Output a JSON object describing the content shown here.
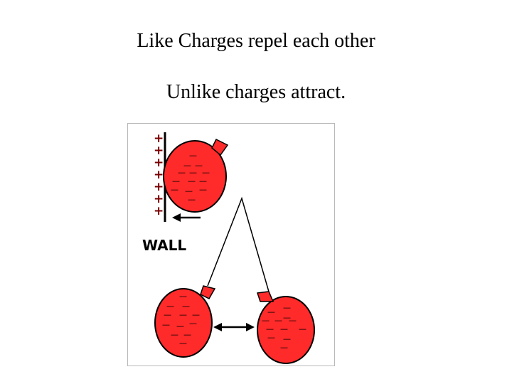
{
  "slide": {
    "line1": "Like Charges repel each other",
    "line2": "Unlike charges attract."
  },
  "figure": {
    "wall_label": "WALL",
    "wall_charge_symbol": "+",
    "balloon_charge_symbol": "—",
    "colors": {
      "balloon_fill": "#ff2a2a",
      "outline": "#000000",
      "plus": "#7a0000"
    },
    "icons": [
      "balloon-icon",
      "wall-icon",
      "arrow-icon",
      "double-arrow-icon"
    ]
  }
}
